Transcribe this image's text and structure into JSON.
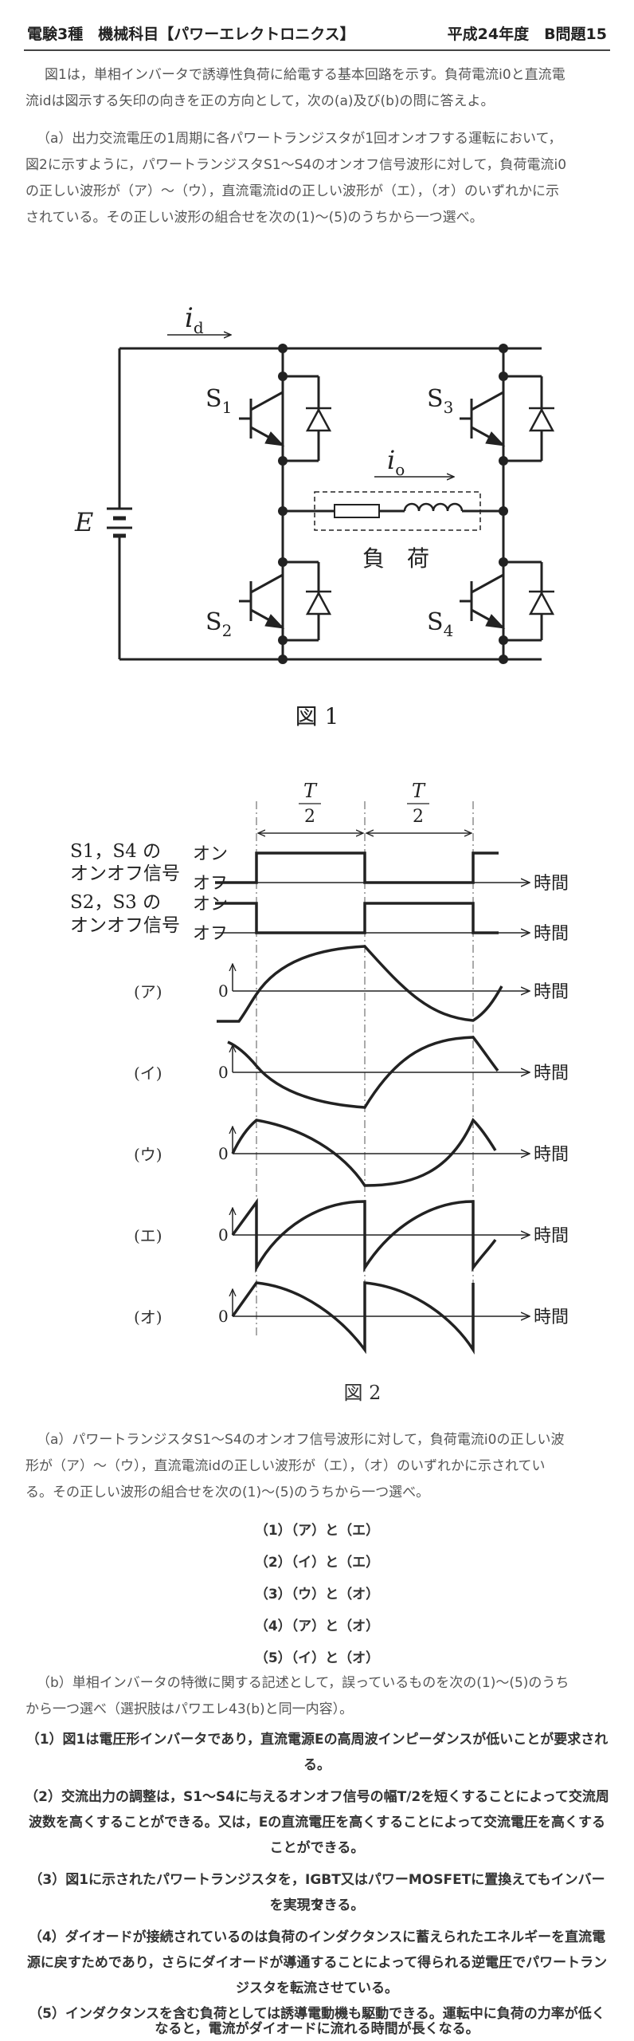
{
  "header": {
    "left": "電験3種　機械科目【パワーエレクトロニクス】",
    "right": "平成24年度　B問題15"
  },
  "intro": [
    "図1は，単相インバータで誘導性負荷に給電する基本回路を示す。負荷電流i0と直流電",
    "流idは図示する矢印の向きを正の方向として，次の(a)及び(b)の問に答えよ。"
  ],
  "qa_intro": [
    "（a）出力交流電圧の1周期に各パワートランジスタが1回オンオフする運転において，",
    "図2に示すように，パワートランジスタS1～S4のオンオフ信号波形に対して，負荷電流i0",
    "の正しい波形が（ア）～（ウ），直流電流idの正しい波形が（エ），（オ）のいずれかに示",
    "されている。その正しい波形の組合せを次の(1)～(5)のうちから一つ選べ。"
  ],
  "fig1": {
    "caption": "図 1",
    "id_label": "i",
    "id_sub": "d",
    "io_label": "i",
    "io_sub": "o",
    "E": "E",
    "S1": "S",
    "S1_sub": "1",
    "S2": "S",
    "S2_sub": "2",
    "S3": "S",
    "S3_sub": "3",
    "S4": "S",
    "S4_sub": "4",
    "load": "負　荷"
  },
  "fig2": {
    "caption": "図 2",
    "T": "T",
    "two": "2",
    "sig1_line1": "S1，S4 の",
    "sig1_line2": "オンオフ信号",
    "sig2_line1": "S2，S3 の",
    "sig2_line2": "オンオフ信号",
    "on": "オン",
    "off": "オフ",
    "time": "時間",
    "zero": "0",
    "waves": [
      "(ア)",
      "(イ)",
      "(ウ)",
      "(エ)",
      "(オ)"
    ]
  },
  "qa_repeat": [
    "（a）パワートランジスタS1～S4のオンオフ信号波形に対して，負荷電流i0の正しい波",
    "形が（ア）～（ウ），直流電流idの正しい波形が（エ），（オ）のいずれかに示されてい",
    "る。その正しい波形の組合せを次の(1)～(5)のうちから一つ選べ。"
  ],
  "qa_options": [
    "（1）（ア）と（エ）",
    "（2）（イ）と（エ）",
    "（3）（ウ）と（オ）",
    "（4）（ア）と（オ）",
    "（5）（イ）と（オ）"
  ],
  "qb_intro": [
    "（b）単相インバータの特徴に関する記述として，誤っているものを次の(1)～(5)のうち",
    "から一つ選べ（選択肢はパワエレ43(b)と同一内容）。"
  ],
  "qb_options": [
    [
      "（1）図1は電圧形インバータであり，直流電源Eの高周波インピーダンスが低いことが要求され",
      "る。"
    ],
    [
      "（2）交流出力の調整は，S1～S4に与えるオンオフ信号の幅T/2を短くすることによって交流周",
      "波数を高くすることができる。又は，Eの直流電圧を高くすることによって交流電圧を高くする",
      "ことができる。"
    ],
    [
      "（3）図1に示されたパワートランジスタを，IGBT又はパワーMOSFETに置換えてもインバータ",
      "を実現できる。"
    ],
    [
      "（4）ダイオードが接続されているのは負荷のインダクタンスに蓄えられたエネルギーを直流電",
      "源に戻すためであり，さらにダイオードが導通することによって得られる逆電圧でパワートラン",
      "ジスタを転流させている。"
    ],
    [
      "（5）インダクタンスを含む負荷としては誘導電動機も駆動できる。運転中に負荷の力率が低く",
      "なると，電流がダイオードに流れる時間が長くなる。"
    ]
  ]
}
